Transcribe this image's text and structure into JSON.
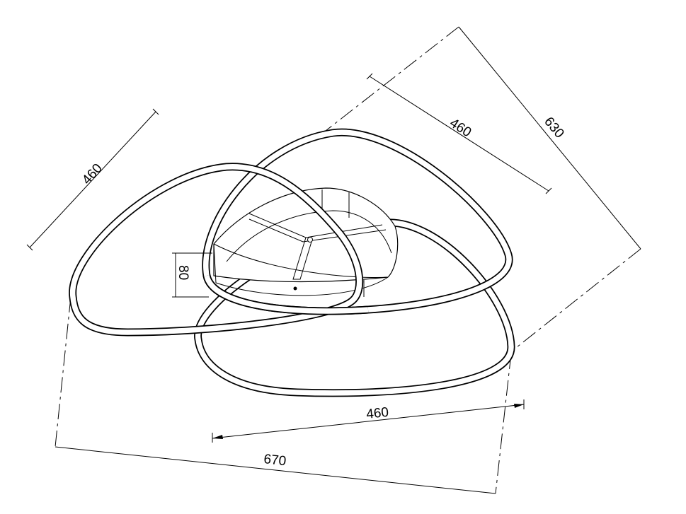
{
  "drawing": {
    "title": "Ceiling lamp dimension drawing",
    "dimensions": {
      "left_ring_width": "460",
      "upper_ring_width": "460",
      "overall_depth": "630",
      "canopy_height": "80",
      "lower_ring_width": "460",
      "overall_width": "670"
    },
    "colors": {
      "line": "#000000",
      "background": "#ffffff"
    }
  }
}
